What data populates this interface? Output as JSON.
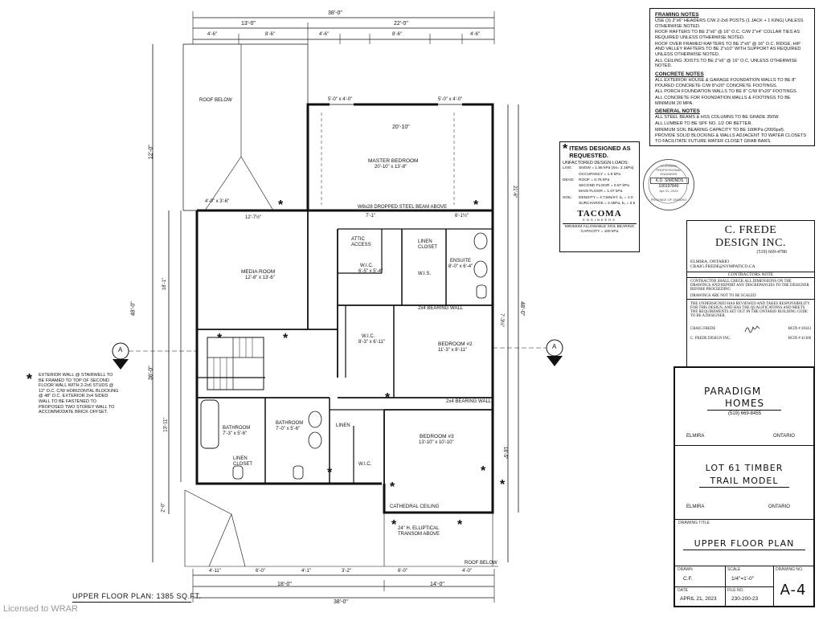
{
  "plan": {
    "title": "UPPER FLOOR PLAN: 1385 SQ.FT.",
    "dims_top": [
      "38'-0\"",
      "13'-0\"",
      "22'-0\"",
      "4'-6\"",
      "8'-6\"",
      "4'-6\"",
      "8'-6\"",
      "4'-6\"",
      "5'-0\" x 4'-0\"",
      "5'-0\" x 4'-0\"",
      "20'-10\"",
      "12'-7½\"",
      "7'-1\"",
      "6'-1½\""
    ],
    "dims_bottom": [
      "4'-11\"",
      "6'-0\"",
      "4'-1\"",
      "3'-2\"",
      "6'-0\"",
      "4'-0\"",
      "18'-0\"",
      "14'-0\"",
      "38'-0\""
    ],
    "dims_left": [
      "12'-0\"",
      "48'-0\"",
      "36'-0\"",
      "18'-1\"",
      "13'-11\"",
      "2'-0\"",
      "4'-0\" x 3'-6\""
    ],
    "dims_right": [
      "21'-6\"",
      "48'-0\"",
      "7'-3½\"",
      "18'-5\""
    ],
    "labels": {
      "roof_below_left": "ROOF BELOW",
      "roof_below_bottom": "ROOF BELOW",
      "master_bedroom": "MASTER BEDROOM",
      "master_size": "20'-10\" x 13'-8\"",
      "media_room": "MEDIA ROOM",
      "media_size": "12'-8\" x 13'-6\"",
      "bedroom2": "BEDROOM #2",
      "bedroom2_size": "11'-3\" x 8'-11\"",
      "bedroom3": "BEDROOM #3",
      "bedroom3_size": "13'-10\" x 10'-10\"",
      "wic1": "W.I.C.",
      "wic1_size": "6'-5\" x 5'-4\"",
      "wic2": "W.I.C.",
      "wic2_size": "8'-3\" x 6'-11\"",
      "wic3": "W.I.C.",
      "ensuite": "ENSUITE",
      "ensuite_size": "8'-0\" x 6'-4\"",
      "bathroom1": "BATHROOM",
      "bathroom1_size": "7'-3\" x 5'-6\"",
      "bathroom2": "BATHROOM",
      "bathroom2_size": "7'-0\" x 5'-6\"",
      "linen1": "LINEN CLOSET",
      "linen2": "LINEN",
      "linen3": "LINEN CLOSET",
      "attic": "ATTIC ACCESS",
      "wis": "W.I.S.",
      "cathedral": "CATHEDRAL CEILING",
      "steel_beam": "W8x28 DROPPED STEEL BEAM ABOVE",
      "bearing_wall_1": "2x4 BEARING WALL",
      "bearing_wall_2": "2x4 BEARING WALL",
      "elliptical": "24\" H. ELLIPTICAL TRANSOM ABOVE",
      "section_a": "A",
      "exterior_note": "EXTERIOR WALL @ STAIRWELL TO BE FRAMED TO TOP OF SECOND FLOOR WALL WITH 2-2x6 STUDS @ 12\" O.C. C/W HORIZONTAL BLOCKING @ 48\" O.C. EXTERIOR 2x4 SIDED WALL TO BE FASTENED TO PROPOSED TWO STOREY WALL TO ACCOMMODATE BRICK OFFSET.",
      "asterisk": "*"
    }
  },
  "framing": {
    "h1": "FRAMING NOTES",
    "t1": "USE (3) 2\"x6\" HEADERS C/W 2-2x6 POSTS (1 JACK + 1 KING) UNLESS OTHERWISE NOTED.",
    "t2": "ROOF RAFTERS TO BE 2\"x6\" @ 16\" O.C. C/W 2\"x4\" COLLAR TIES AS REQUIRED UNLESS OTHERWISE NOTED.",
    "t3": "ROOF OVER FRAMED RAFTERS TO BE 2\"x6\" @ 16\" O.C. RIDGE, HIP AND VALLEY RAFTERS TO BE 2\"x10\" WITH SUPPORT AS REQUIRED UNLESS OTHERWISE NOTED.",
    "t4": "ALL CEILING JOISTS TO BE 2\"x6\" @ 16\" O.C. UNLESS OTHERWISE NOTED.",
    "h2": "CONCRETE NOTES",
    "t5": "ALL EXTERIOR HOUSE & GARAGE FOUNDATION WALLS TO BE 8\" POURED CONCRETE C/W 8\"x20\" CONCRETE FOOTINGS.",
    "t6": "ALL PORCH FOUNDATION WALLS TO BE 8\" C/W 8\"x20\" FOOTINGS.",
    "t7": "ALL CONCRETE FOR FOUNDATION WALLS & FOOTINGS TO BE MINIMUM 20 MPA.",
    "h3": "GENERAL NOTES",
    "t8": "ALL STEEL BEAMS & HSS COLUMNS TO BE GRADE 350W.",
    "t9": "ALL LUMBER TO BE SPF NO. 1/2 OR BETTER.",
    "t10": "MINIMUM SOIL BEARING CAPACITY TO BE 100KPa (2000psf).",
    "t11": "PROVIDE SOLID BLOCKING & WALLS ADJACENT TO WATER CLOSETS TO FACILITATE FUTURE WATER CLOSET GRAB BARS."
  },
  "loads": {
    "head": "ITEMS DESIGNED AS REQUESTED.",
    "sub": "UNFACTORED DESIGN LOADS:",
    "live": "LIVE:",
    "snow": "SNOW = 1.56 kPa (Ss= 2.1kPa)",
    "occupancy": "OCCUPANCY = 1.9 kPa",
    "dead": "DEAD:",
    "roof": "ROOF = 0.75 kPa",
    "second_floor": "SECOND FLOOR = 0.57 kPa",
    "main_floor": "MAIN FLOOR = 1.07 kPa",
    "soil": "SOIL:",
    "density": "DENSITY = 4.71kN/m³, k₀ = 1.0",
    "surcharge": "SURCHARGE = 2.4kPa, k₀ = 0.5",
    "brand": "TACOMA",
    "brand_sub": "ENGINEERS",
    "min_soil": "MINIMUM ALLOWABLE SOIL BEARING CAPACITY = 100 kPa"
  },
  "seal": {
    "ring": "LICENSED PROFESSIONAL ENGINEER",
    "name": "K.D. SIMONDS",
    "number": "100197840",
    "date": "Apr 21, 2023",
    "province": "PROVINCE OF ONTARIO"
  },
  "designer": {
    "name1": "C. FREDE",
    "name2": "DESIGN INC.",
    "phone": "(519) 669-4780",
    "city": "ELMIRA, ONTARIO",
    "email": "CRAIG.FREDE@SYMPATICO.CA",
    "contractor_h": "CONTRACTORS NOTE",
    "contractor_t": "CONTRACTOR SHALL CHECK ALL DIMENSIONS ON THE DRAWINGS AND REPORT ANY DISCREPANCIES TO THE DESIGNER BEFORE PROCEEDING",
    "not_scaled": "DRAWINGS ARE NOT TO BE SCALED",
    "responsibility": "THE UNDERSIGNED HAS REVIEWED AND TAKES RESPONSIBILITY FOR THIS DESIGN, AND HAS THE QUALIFICATIONS AND MEETS THE REQUIREMENTS SET OUT IN THE ONTARIO BUILDING CODE TO BE A DESIGNER.",
    "signer": "CRAIG FREDE",
    "bcin1": "BCIN # 28343",
    "firm": "C. FREDE DESIGN INC.",
    "bcin2": "BCIN # 41300"
  },
  "titleblock": {
    "client1": "PARADIGM",
    "client2": "HOMES",
    "client_phone": "(519) 669-8455",
    "client_city": "ELMIRA",
    "client_prov": "ONTARIO",
    "project1": "LOT 61 TIMBER",
    "project2": "TRAIL MODEL",
    "project_city": "ELMIRA",
    "project_prov": "ONTARIO",
    "drawing_title_label": "DRAWING TITLE",
    "drawing_title": "UPPER FLOOR PLAN",
    "drawn_label": "DRAWN",
    "drawn": "C.F.",
    "scale_label": "SCALE",
    "scale": "1/4\"=1'-0\"",
    "drawing_no_label": "DRAWING NO.",
    "drawing_no": "A-4",
    "date_label": "DATE",
    "date": "APRIL 21, 2023",
    "file_label": "FILE NO.",
    "file": "230-200-23"
  },
  "watermark": "Licensed to WRAR"
}
